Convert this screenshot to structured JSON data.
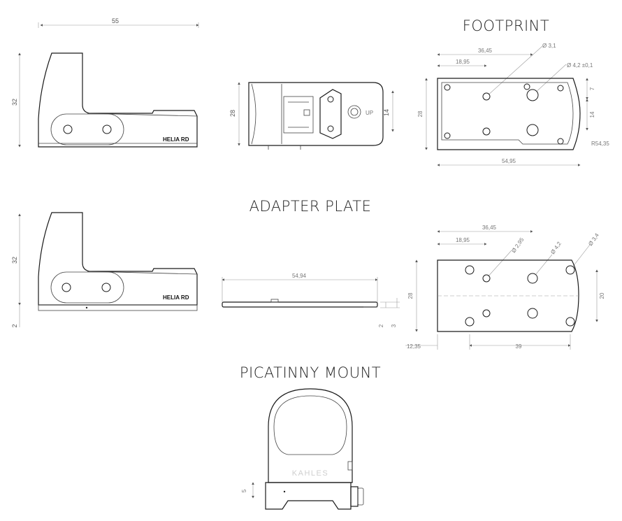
{
  "headings": {
    "footprint": "FOOTPRINT",
    "adapter_plate": "ADAPTER PLATE",
    "picatinny_mount": "PICATINNY MOUNT"
  },
  "side_view": {
    "width": "55",
    "height": "32",
    "label": "HELIA RD"
  },
  "top_view": {
    "height": "28",
    "window": "14",
    "up_mark": "UP"
  },
  "footprint": {
    "offset_a": "36,45",
    "offset_b": "18,95",
    "hole_small": "Ø 3,1",
    "hole_large": "Ø 4,2 ±0,1",
    "height": "28",
    "spacing_top": "7",
    "spacing_mid": "14",
    "radius": "R54,35",
    "length": "54,95"
  },
  "adapter_side": {
    "height": "32",
    "plate": "2",
    "label": "HELIA RD"
  },
  "plate_profile": {
    "length": "54,94",
    "thick_a": "2",
    "thick_b": "3"
  },
  "plate_top": {
    "offset_a": "36,45",
    "offset_b": "18,95",
    "hole_a": "Ø 2,95",
    "hole_b": "Ø 4,2",
    "hole_c": "Ø 3,4",
    "height": "28",
    "spacing": "20",
    "edge": "12,35",
    "span": "39"
  },
  "mount": {
    "height": "5",
    "brand": "KAHLES"
  }
}
